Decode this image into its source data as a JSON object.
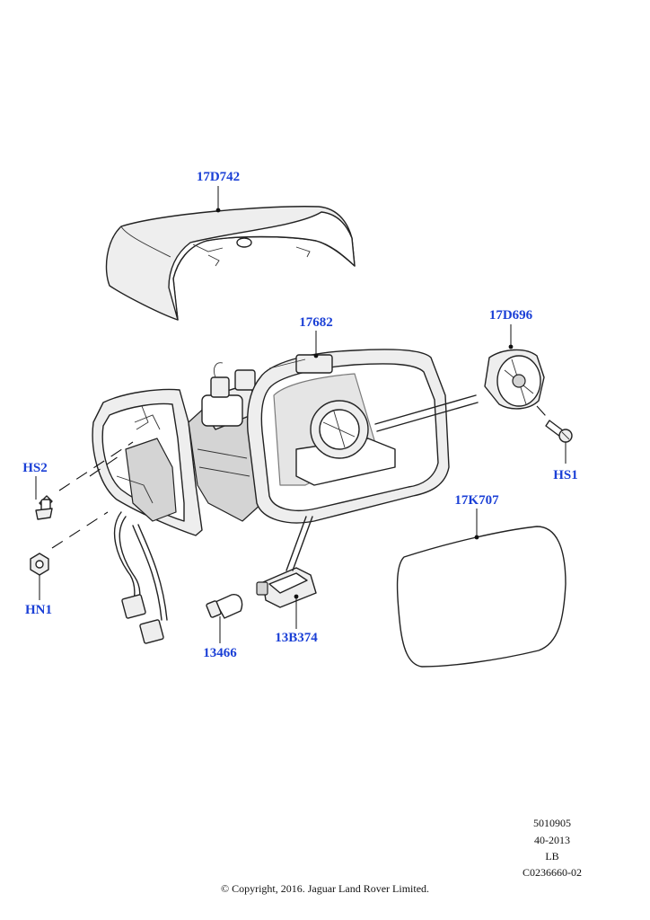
{
  "colors": {
    "label": "#1a3fd6",
    "line": "#222222",
    "background": "#ffffff"
  },
  "parts": {
    "cover": "17D742",
    "mirror_assembly": "17682",
    "actuator": "17D696",
    "screw_hs1": "HS1",
    "screw_hs2": "HS2",
    "nut_hn1": "HN1",
    "glass": "17K707",
    "lamp": "13B374",
    "bulb": "13466"
  },
  "reference": {
    "line1": "5010905",
    "line2": "40-2013",
    "line3": "LB",
    "line4": "C0236660-02"
  },
  "copyright": "© Copyright, 2016. Jaguar Land Rover Limited."
}
